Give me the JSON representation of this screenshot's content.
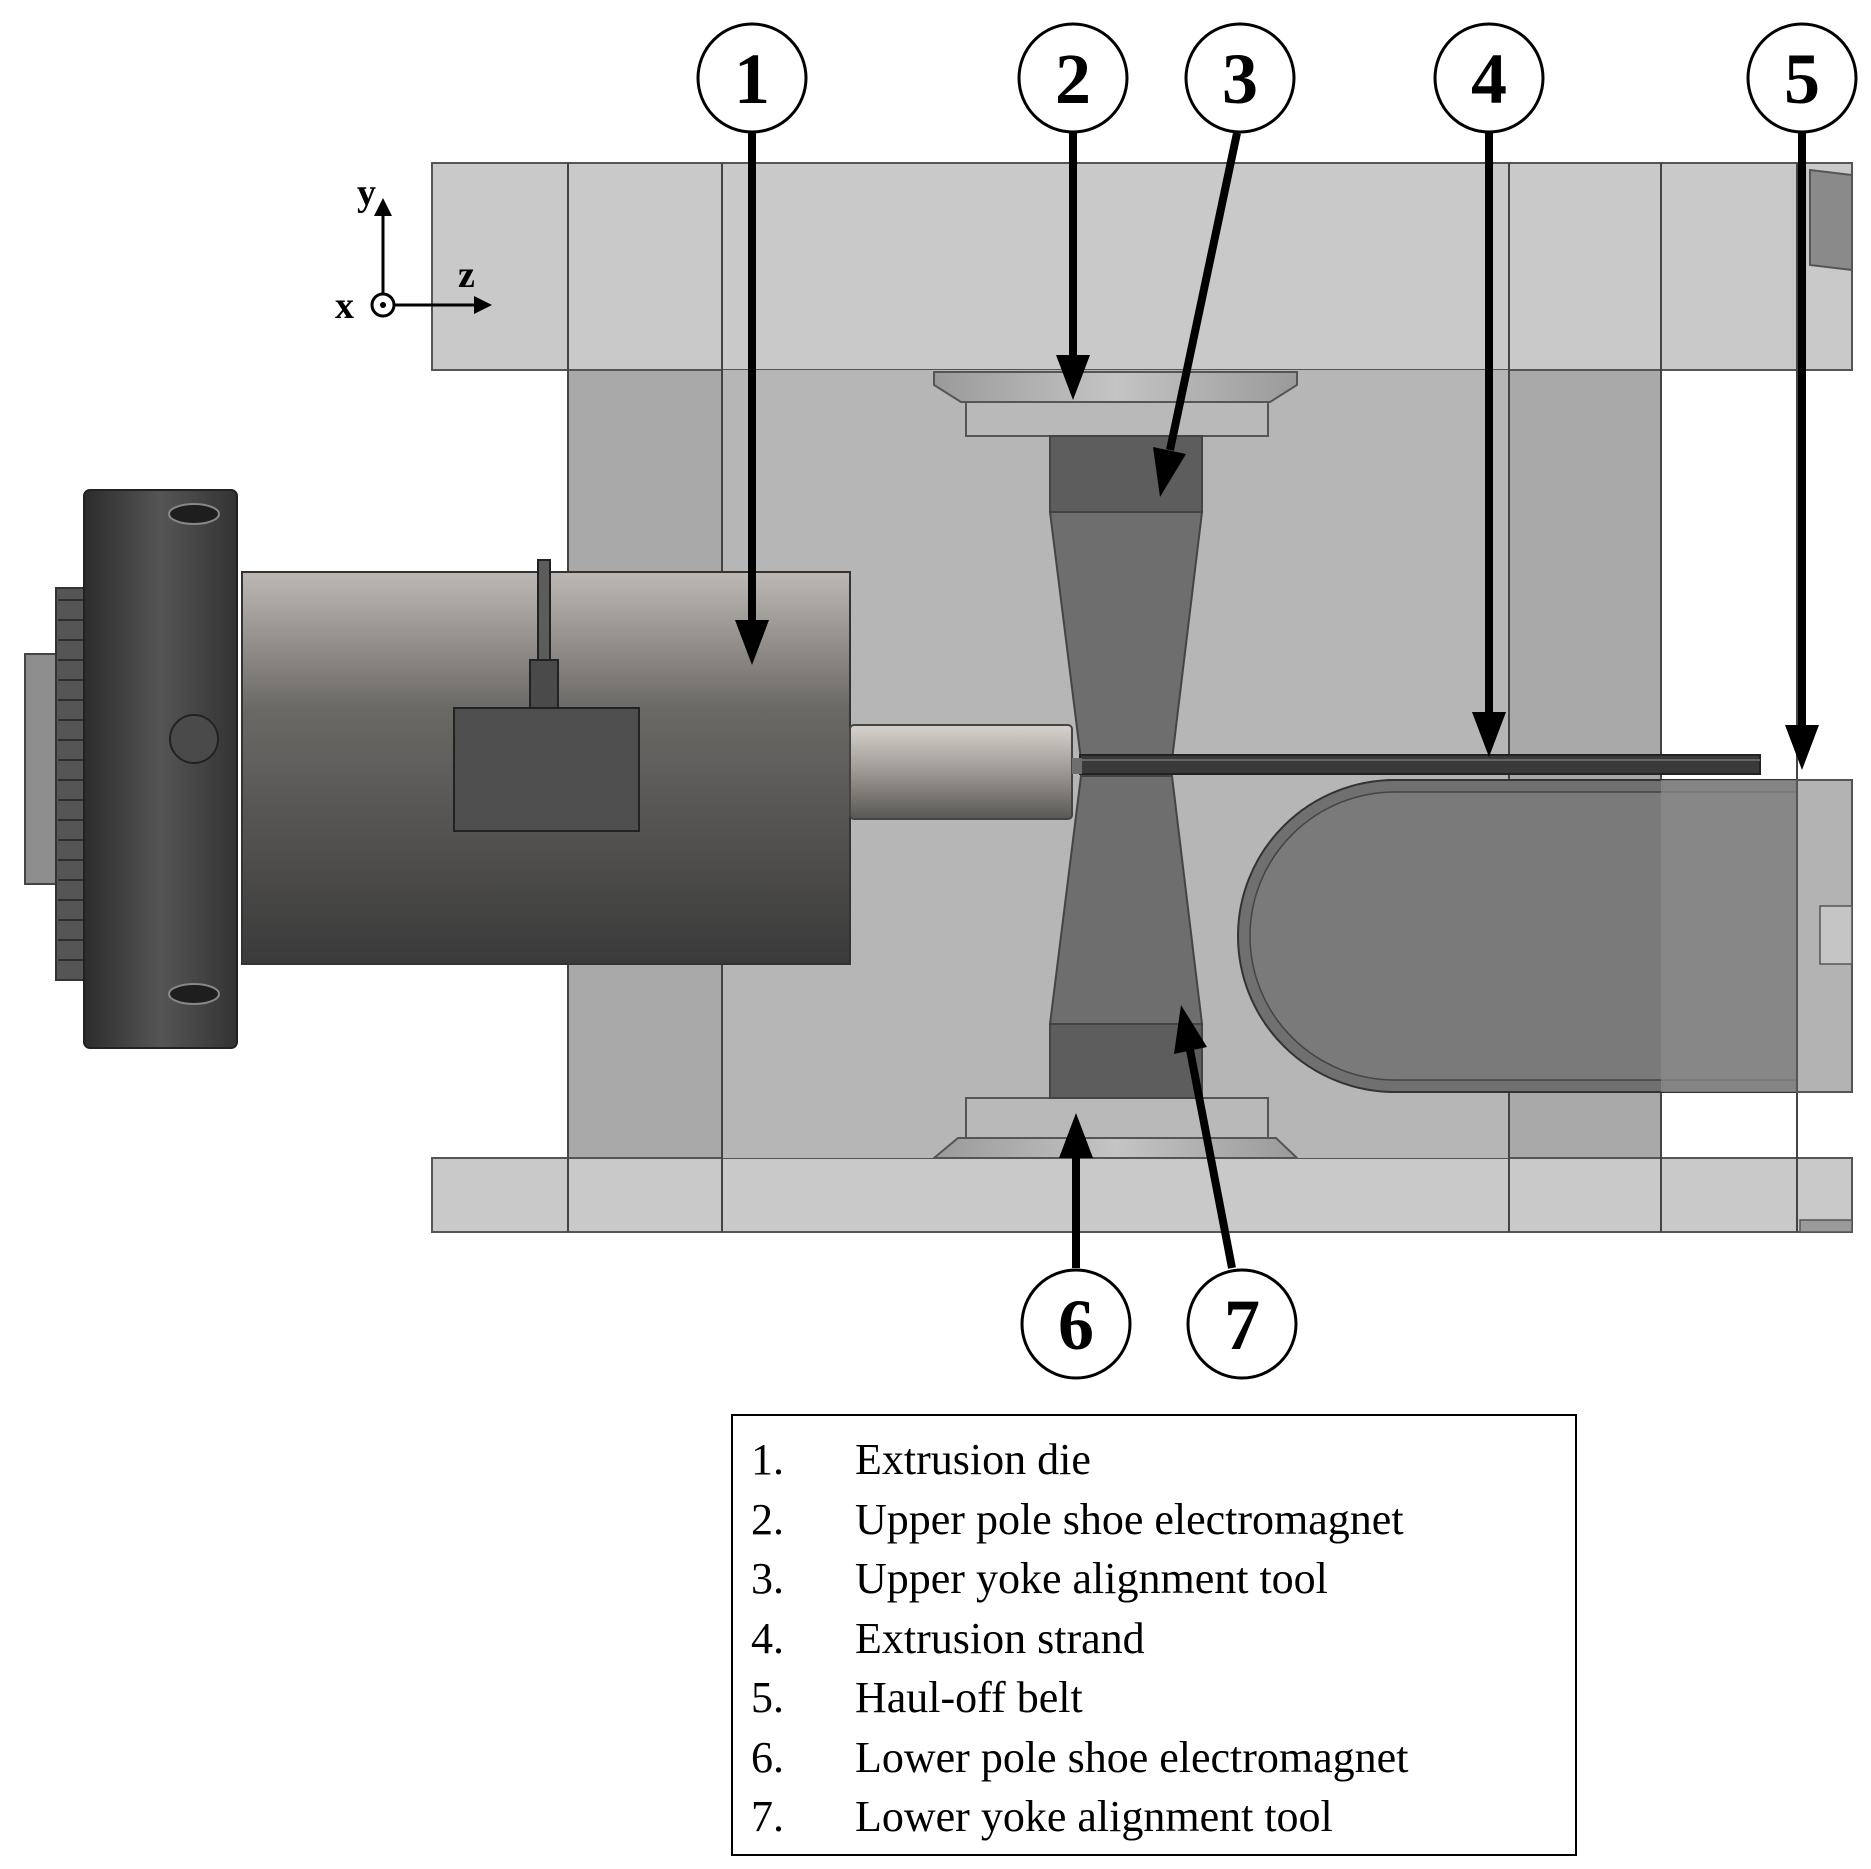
{
  "axes": {
    "y": "y",
    "z": "z",
    "x": "x"
  },
  "callouts": [
    {
      "number": "1"
    },
    {
      "number": "2"
    },
    {
      "number": "3"
    },
    {
      "number": "4"
    },
    {
      "number": "5"
    },
    {
      "number": "6"
    },
    {
      "number": "7"
    }
  ],
  "legend": [
    {
      "number": "1.",
      "label": "Extrusion die"
    },
    {
      "number": "2.",
      "label": "Upper pole shoe electromagnet"
    },
    {
      "number": "3.",
      "label": "Upper yoke alignment tool"
    },
    {
      "number": "4.",
      "label": "Extrusion strand"
    },
    {
      "number": "5.",
      "label": "Haul-off belt"
    },
    {
      "number": "6.",
      "label": "Lower pole shoe electromagnet"
    },
    {
      "number": "7.",
      "label": "Lower yoke alignment tool"
    }
  ],
  "colors": {
    "frame_light": "#c9c9c9",
    "frame_mid": "#a6a6a6",
    "die_dark": "#3e3e3e",
    "yoke": "#6a6a6a",
    "strand": "#3a3a3a"
  }
}
